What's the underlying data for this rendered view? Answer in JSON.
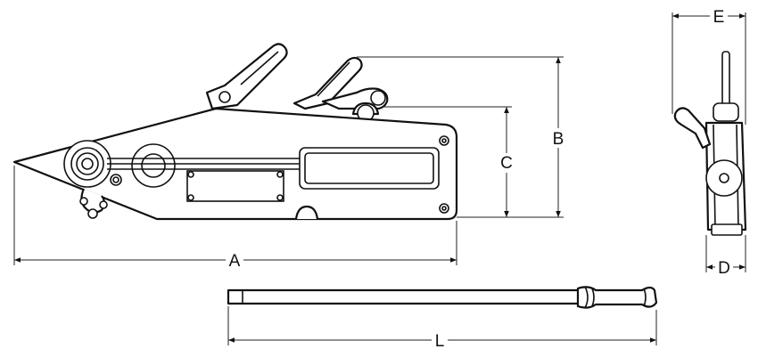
{
  "dimensions": {
    "a": "A",
    "b": "B",
    "c": "C",
    "d": "D",
    "e": "E",
    "l": "L"
  },
  "colors": {
    "line": "#111111",
    "background": "#ffffff"
  }
}
